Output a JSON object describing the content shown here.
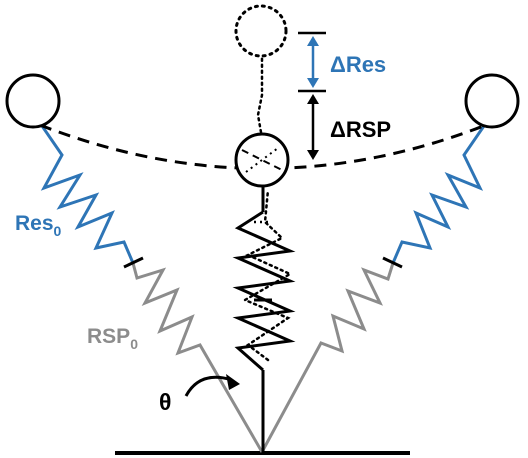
{
  "labels": {
    "delta_res": "ΔRes",
    "delta_rsp": "ΔRSP",
    "res0_main": "Res",
    "res0_sub": "0",
    "rsp0_main": "RSP",
    "rsp0_sub": "0",
    "theta": "θ"
  },
  "colors": {
    "res": "#2E75B6",
    "rsp": "#8C8C8C",
    "ink": "#000000"
  }
}
